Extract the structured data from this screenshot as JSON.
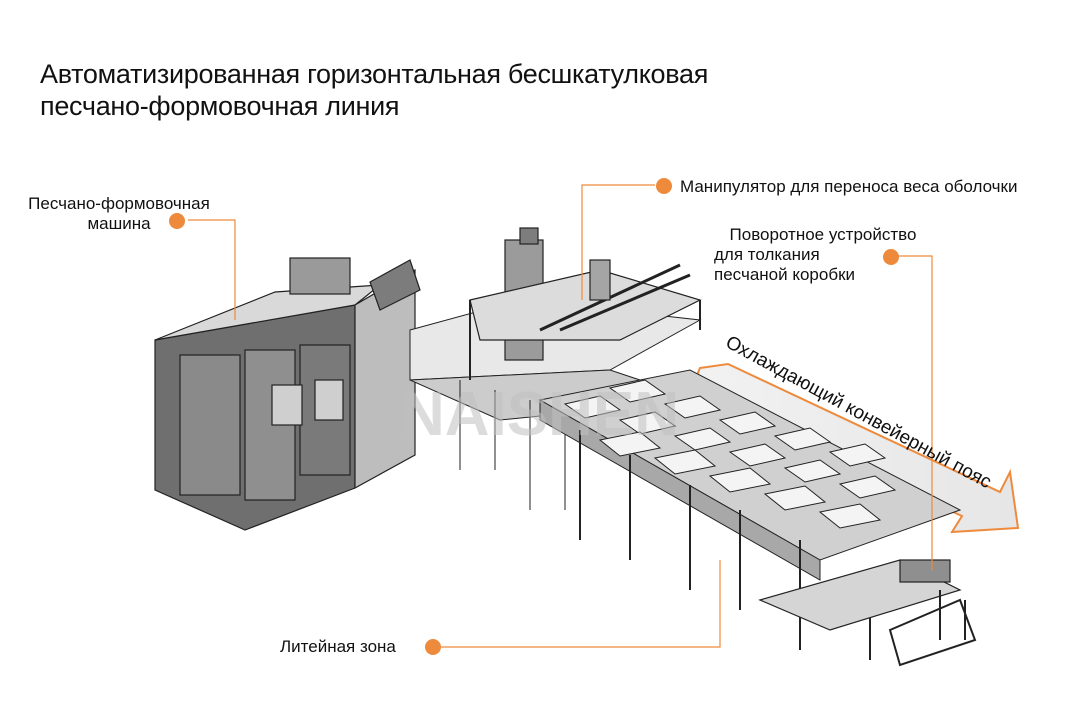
{
  "title": {
    "line1": "Автоматизированная горизонтальная бесшкатулковая",
    "line2": "песчано-формовочная линия"
  },
  "labels": {
    "molding_machine": {
      "line1": "Песчано-формовочная",
      "line2": "машина"
    },
    "manipulator": "Манипулятор для переноса веса оболочки",
    "pusher": {
      "line1": "Поворотное устройство",
      "line2": "для толкания",
      "line3": "песчаной коробки"
    },
    "conveyor": "Охлаждающий конвейерный пояс",
    "pouring_zone": "Литейная зона"
  },
  "watermark": "NAISHEN",
  "colors": {
    "accent": "#ee8a3c",
    "line": "#555555",
    "machine_dark": "#6f6f6f",
    "machine_light": "#d6d6d6"
  }
}
